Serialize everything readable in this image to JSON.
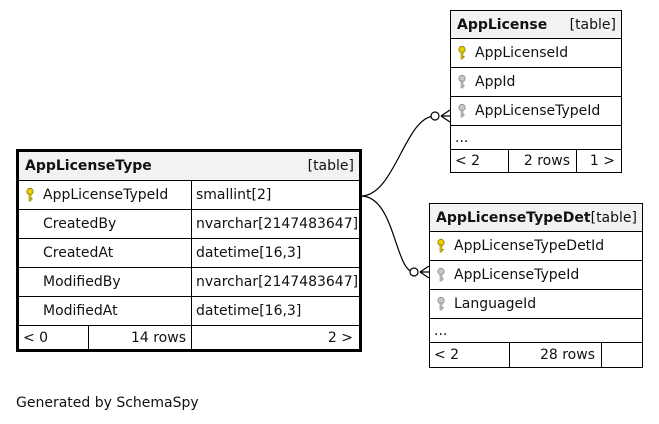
{
  "footer_text": "Generated by SchemaSpy",
  "tables": {
    "app_license": {
      "name": "AppLicense",
      "kind": "[table]",
      "columns": [
        {
          "name": "AppLicenseId",
          "key": "primary"
        },
        {
          "name": "AppId",
          "key": "foreign"
        },
        {
          "name": "AppLicenseTypeId",
          "key": "foreign"
        }
      ],
      "more": "...",
      "footer": {
        "prev": "< 2",
        "rows": "2 rows",
        "next": "1 >"
      }
    },
    "app_license_type": {
      "name": "AppLicenseType",
      "kind": "[table]",
      "columns": [
        {
          "name": "AppLicenseTypeId",
          "type": "smallint[2]",
          "key": "primary"
        },
        {
          "name": "CreatedBy",
          "type": "nvarchar[2147483647]",
          "key": "none"
        },
        {
          "name": "CreatedAt",
          "type": "datetime[16,3]",
          "key": "none"
        },
        {
          "name": "ModifiedBy",
          "type": "nvarchar[2147483647]",
          "key": "none"
        },
        {
          "name": "ModifiedAt",
          "type": "datetime[16,3]",
          "key": "none"
        }
      ],
      "footer": {
        "prev": "< 0",
        "rows": "14 rows",
        "next": "2 >"
      }
    },
    "app_license_type_det": {
      "name": "AppLicenseTypeDet",
      "kind": "[table]",
      "columns": [
        {
          "name": "AppLicenseTypeDetId",
          "key": "primary"
        },
        {
          "name": "AppLicenseTypeId",
          "key": "foreign"
        },
        {
          "name": "LanguageId",
          "key": "foreign"
        }
      ],
      "more": "...",
      "footer": {
        "prev": "< 2",
        "rows": "28 rows",
        "next": ""
      }
    }
  },
  "colors": {
    "primary_key": "#e8d000",
    "foreign_key": "#b0b0b0",
    "header_bg": "#f2f2f2"
  }
}
